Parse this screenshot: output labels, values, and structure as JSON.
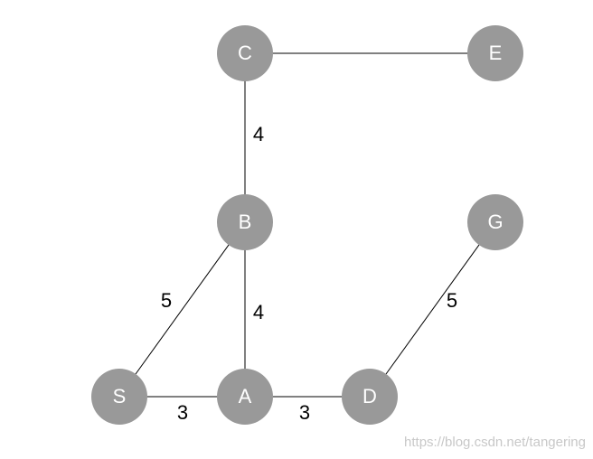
{
  "colors": {
    "node_fill": "#999999",
    "node_text": "#ffffff",
    "edge": "#000000",
    "weight_text": "#000000",
    "watermark": "#c8c8c8"
  },
  "nodes": [
    {
      "id": "C",
      "label": "C"
    },
    {
      "id": "E",
      "label": "E"
    },
    {
      "id": "B",
      "label": "B"
    },
    {
      "id": "G",
      "label": "G"
    },
    {
      "id": "S",
      "label": "S"
    },
    {
      "id": "A",
      "label": "A"
    },
    {
      "id": "D",
      "label": "D"
    }
  ],
  "edges": [
    {
      "from": "C",
      "to": "E",
      "weight": ""
    },
    {
      "from": "C",
      "to": "B",
      "weight": "4"
    },
    {
      "from": "B",
      "to": "S",
      "weight": "5"
    },
    {
      "from": "B",
      "to": "A",
      "weight": "4"
    },
    {
      "from": "S",
      "to": "A",
      "weight": "3"
    },
    {
      "from": "A",
      "to": "D",
      "weight": "3"
    },
    {
      "from": "D",
      "to": "G",
      "weight": "5"
    }
  ],
  "watermark": "https://blog.csdn.net/tangering"
}
